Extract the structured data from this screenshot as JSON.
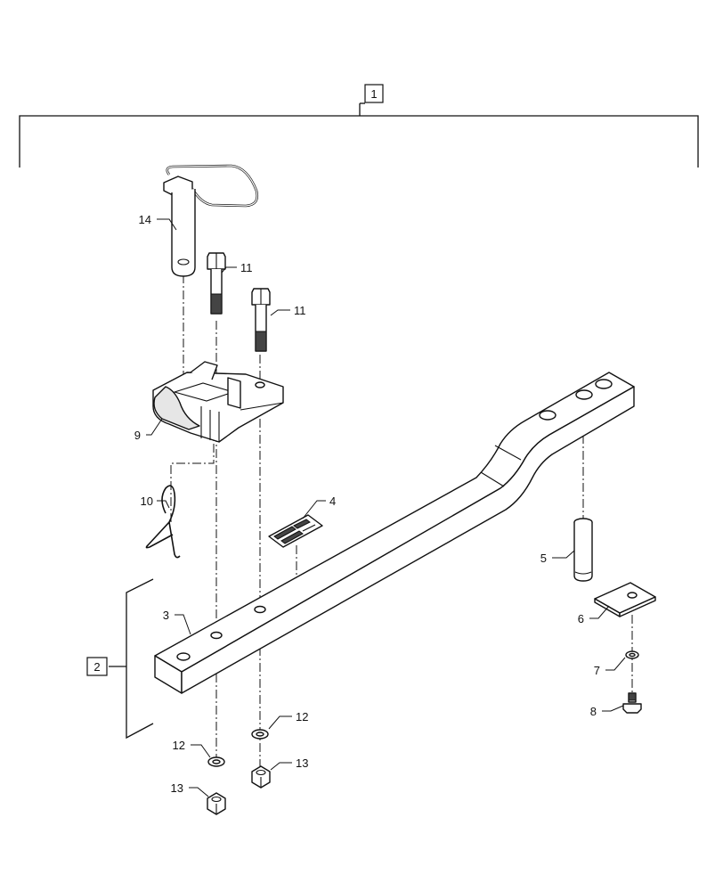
{
  "callouts": {
    "c1": "1",
    "c2": "2",
    "c3": "3",
    "c4": "4",
    "c5": "5",
    "c6": "6",
    "c7": "7",
    "c8": "8",
    "c9": "9",
    "c10": "10",
    "c11a": "11",
    "c11b": "11",
    "c12a": "12",
    "c12b": "12",
    "c13a": "13",
    "c13b": "13",
    "c14": "14"
  },
  "colors": {
    "line": "#111111",
    "shade": "#e6e6e6",
    "background": "#ffffff"
  }
}
